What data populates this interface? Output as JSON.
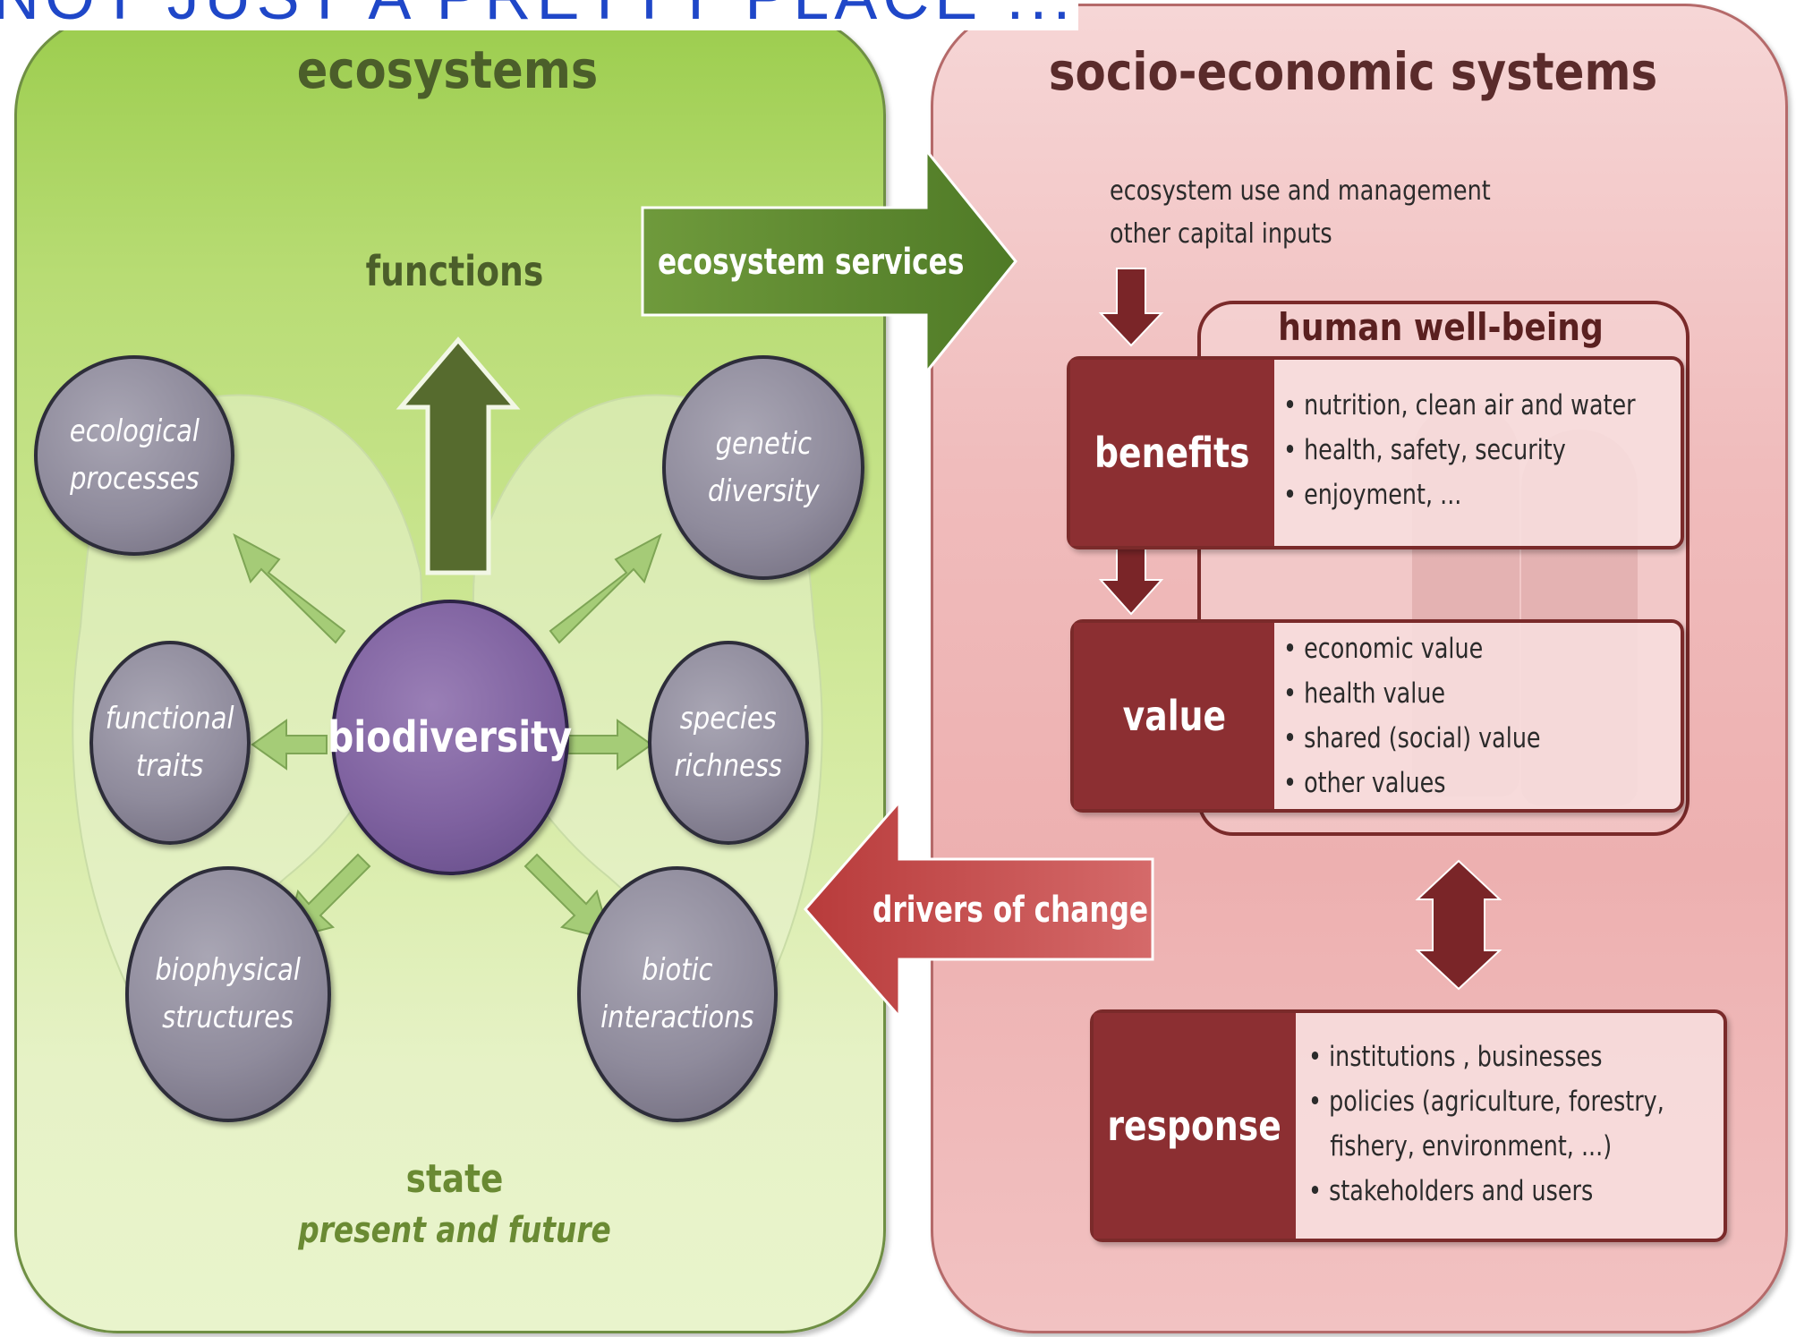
{
  "title": "NOT JUST A PRETTY PLACE ...",
  "ecosystems": {
    "title": "ecosystems",
    "functions": "functions",
    "center": "biodiversity",
    "nodes": {
      "ecological_processes": [
        "ecological",
        "processes"
      ],
      "functional_traits": [
        "functional",
        "traits"
      ],
      "biophysical_structures": [
        "biophysical",
        "structures"
      ],
      "genetic_diversity": [
        "genetic",
        "diversity"
      ],
      "species_richness": [
        "species",
        "richness"
      ],
      "biotic_interactions": [
        "biotic",
        "interactions"
      ]
    },
    "state": "state",
    "state_sub": "present and future"
  },
  "arrows": {
    "ecosystem_services": "ecosystem services",
    "drivers_of_change": "drivers of change"
  },
  "socio": {
    "title": "socio-economic systems",
    "management": [
      "ecosystem use and management",
      "other capital inputs"
    ],
    "human_wellbeing": "human well-being",
    "benefits": {
      "label": "benefits",
      "items": [
        "• nutrition, clean air and water",
        "• health, safety, security",
        "• enjoyment, ..."
      ]
    },
    "value": {
      "label": "value",
      "items": [
        "• economic value",
        "• health value",
        "• shared (social) value",
        "• other values"
      ]
    },
    "response": {
      "label": "response",
      "items": [
        "• institutions , businesses",
        "• policies (agriculture, forestry,",
        "   fishery, environment, ...)",
        "• stakeholders and users"
      ]
    }
  },
  "colors": {
    "title_blue": "#1f47c8",
    "eco_green": "#9ccd4e",
    "dark_green": "#4b5e2a",
    "soc_pink": "#f0bcbc",
    "dark_red": "#8c2f32",
    "purple": "#7f62a0"
  }
}
